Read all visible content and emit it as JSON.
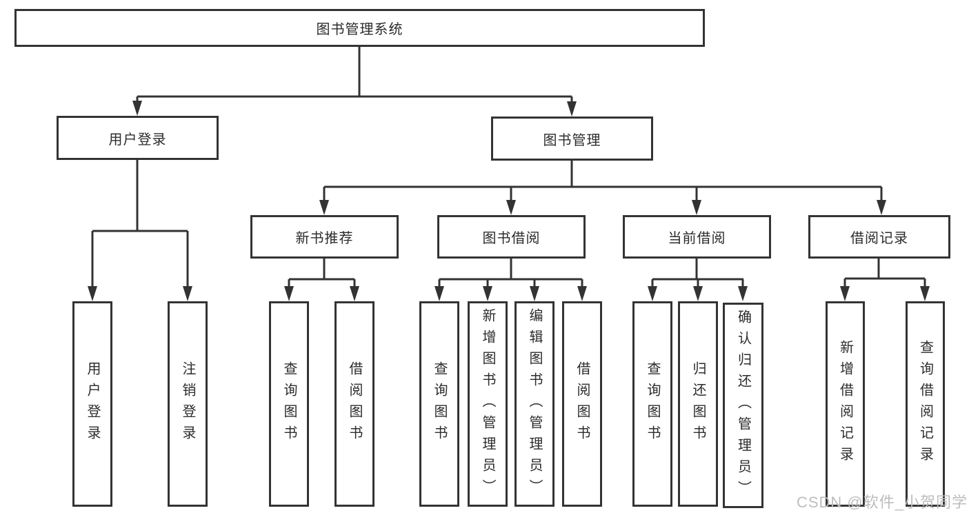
{
  "tree": {
    "root": {
      "label": "图书管理系统"
    },
    "branches": [
      {
        "label": "用户登录",
        "children": [
          "用户登录",
          "注销登录"
        ]
      },
      {
        "label": "图书管理",
        "subgroups": [
          {
            "label": "新书推荐",
            "children": [
              "查询图书",
              "借阅图书"
            ]
          },
          {
            "label": "图书借阅",
            "children": [
              "查询图书",
              "新增图书（管理员）",
              "编辑图书（管理员）",
              "借阅图书"
            ]
          },
          {
            "label": "当前借阅",
            "children": [
              "查询图书",
              "归还图书",
              "确认归还（管理员）"
            ]
          },
          {
            "label": "借阅记录",
            "children": [
              "新增借阅记录",
              "查询借阅记录"
            ]
          }
        ]
      }
    ]
  },
  "watermark": {
    "text": "CSDN @软件_小贺同学"
  },
  "colors": {
    "line": "#333333",
    "box_border": "#333333",
    "text": "#2b2b2b",
    "watermark": "#bdbdbd",
    "background": "#ffffff"
  }
}
